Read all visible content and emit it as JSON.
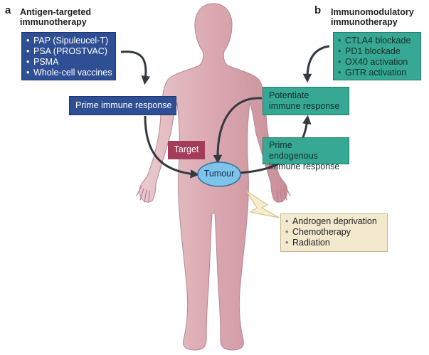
{
  "panel_a": {
    "letter": "a",
    "title_line1": "Antigen-targeted",
    "title_line2": "immunotherapy",
    "list": [
      "PAP (Sipuleucel-T)",
      "PSA (PROSTVAC)",
      "PSMA",
      "Whole-cell vaccines"
    ],
    "prime_box": "Prime immune response"
  },
  "panel_b": {
    "letter": "b",
    "title_line1": "Immunomodulatory",
    "title_line2": "immunotherapy",
    "list": [
      "CTLA4 blockade",
      "PD1 blockade",
      "OX40 activation",
      "GITR activation"
    ],
    "potentiate_line1": "Potentiate",
    "potentiate_line2": "immune response",
    "prime_endogenous_line1": "Prime endogenous",
    "prime_endogenous_line2": "immune response"
  },
  "center": {
    "target": "Target",
    "tumour": "Tumour"
  },
  "treatments": [
    "Androgen deprivation",
    "Chemotherapy",
    "Radiation"
  ],
  "colors": {
    "blue_box": "#2f4f94",
    "teal_box": "#37a893",
    "beige_box": "#f3e9cf",
    "target_box": "#a53d5a",
    "tumour_fill": "#7ec3ea",
    "body": "#d7a3ab",
    "arrow": "#33393f",
    "lightning": "#f6edc9"
  },
  "icons": {
    "human_figure": "human-body-silhouette",
    "lightning": "lightning-bolt-icon"
  }
}
